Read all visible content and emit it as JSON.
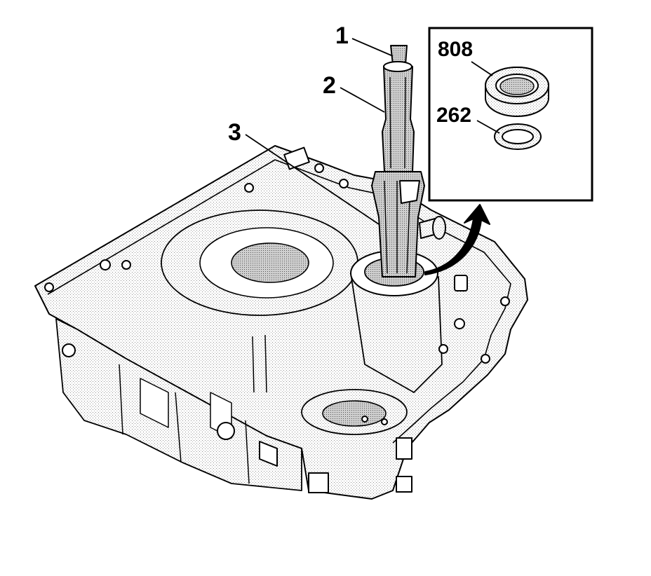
{
  "callouts": {
    "item_1": "1",
    "item_2": "2",
    "item_3": "3"
  },
  "detail_view": {
    "upper_part": "808",
    "lower_part": "262"
  },
  "colors": {
    "line": "#000000",
    "background": "#ffffff",
    "stipple": "#9a9a9a"
  }
}
